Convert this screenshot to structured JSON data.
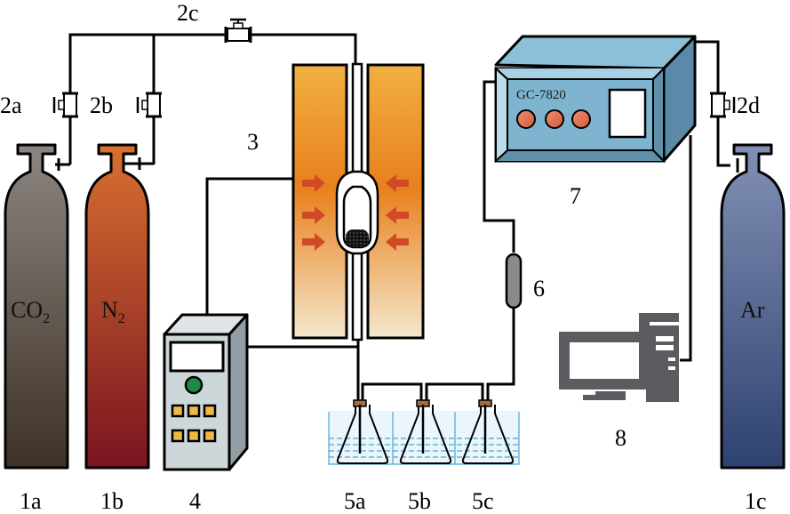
{
  "title": "CO2 reduction experimental apparatus schematic",
  "components": {
    "cylinder_co2": {
      "label": "1a",
      "gas": "CO",
      "gas_sub": "2",
      "color_top": "#8c8580",
      "color_bottom": "#3e3226"
    },
    "cylinder_n2": {
      "label": "1b",
      "gas": "N",
      "gas_sub": "2",
      "color_top": "#d87030",
      "color_bottom": "#7a1420"
    },
    "cylinder_ar": {
      "label": "1c",
      "gas": "Ar",
      "color_top": "#8290b4",
      "color_bottom": "#2e4270"
    },
    "valve_2a": {
      "label": "2a"
    },
    "valve_2b": {
      "label": "2b"
    },
    "valve_2c": {
      "label": "2c"
    },
    "valve_2d": {
      "label": "2d"
    },
    "furnace": {
      "label": "3",
      "color_top": "#f0b040",
      "color_mid": "#e8801c",
      "color_bottom": "#f4e8cc",
      "arrow_color": "#d04a28"
    },
    "controller": {
      "label": "4",
      "body_color": "#cdd6d8",
      "knob_color": "#1e8a4a",
      "button_color": "#f0b840"
    },
    "flask_5a": {
      "label": "5a"
    },
    "flask_5b": {
      "label": "5b"
    },
    "flask_5c": {
      "label": "5c"
    },
    "drying_tube": {
      "label": "6"
    },
    "gas_chromatograph": {
      "label": "7",
      "model": "GC-7820",
      "body_color": "#7fb4d0",
      "lamp_color": "#e07050"
    },
    "computer": {
      "label": "8",
      "color": "#5a5c60"
    }
  }
}
